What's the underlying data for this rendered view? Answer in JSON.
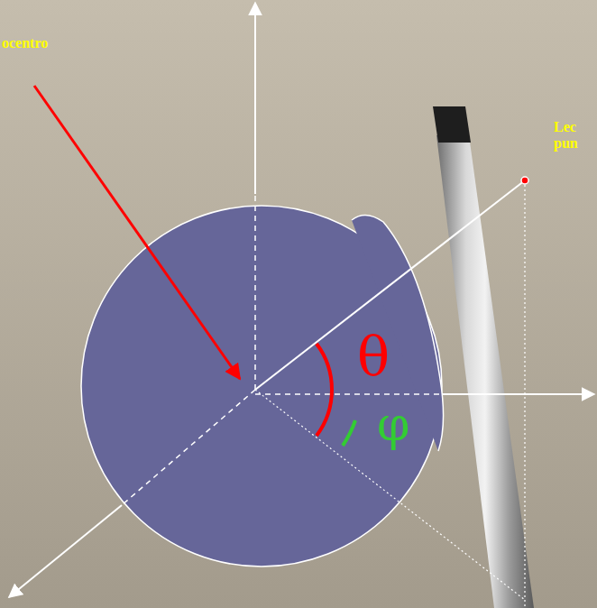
{
  "diagram": {
    "labels": [
      "ocentro",
      "Lec",
      "pun",
      "θ",
      "φ"
    ]
  }
}
